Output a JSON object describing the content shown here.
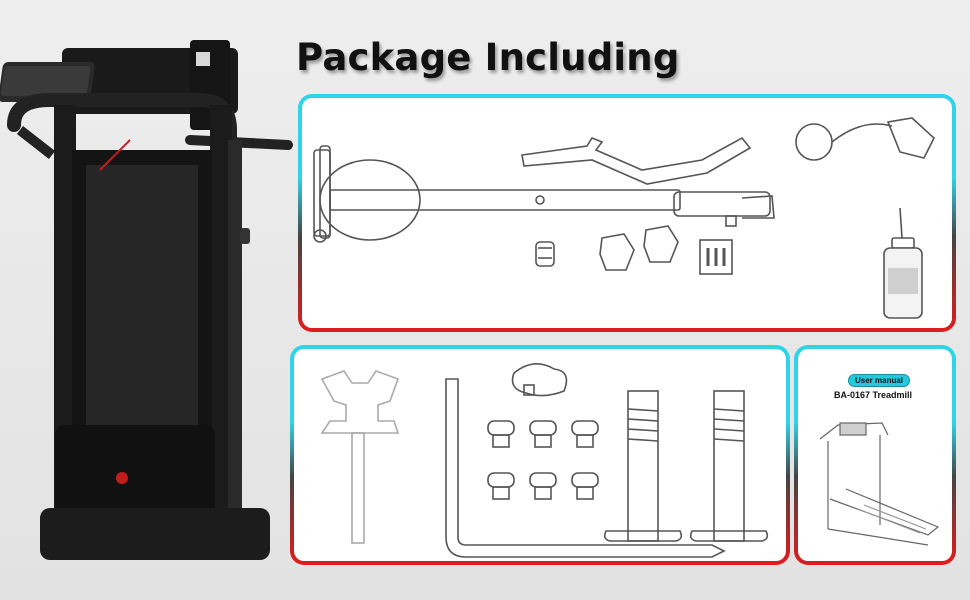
{
  "heading": "Package Including",
  "manual": {
    "badge": "User manual",
    "model": "BA-0167  Treadmill"
  },
  "parts": {
    "product": "treadmill-photo",
    "top_panel": [
      "treadmill-frame",
      "handlebar",
      "end-cap",
      "foot-caps",
      "hardware-card",
      "safety-key-clip",
      "lubricant-bottle"
    ],
    "bottom_panel": [
      "wrench",
      "allen-key",
      "knob",
      "screws",
      "bolts"
    ]
  },
  "colors": {
    "border_top": "#2fd4e8",
    "border_bottom": "#e31b1b",
    "badge": "#25c9de"
  }
}
